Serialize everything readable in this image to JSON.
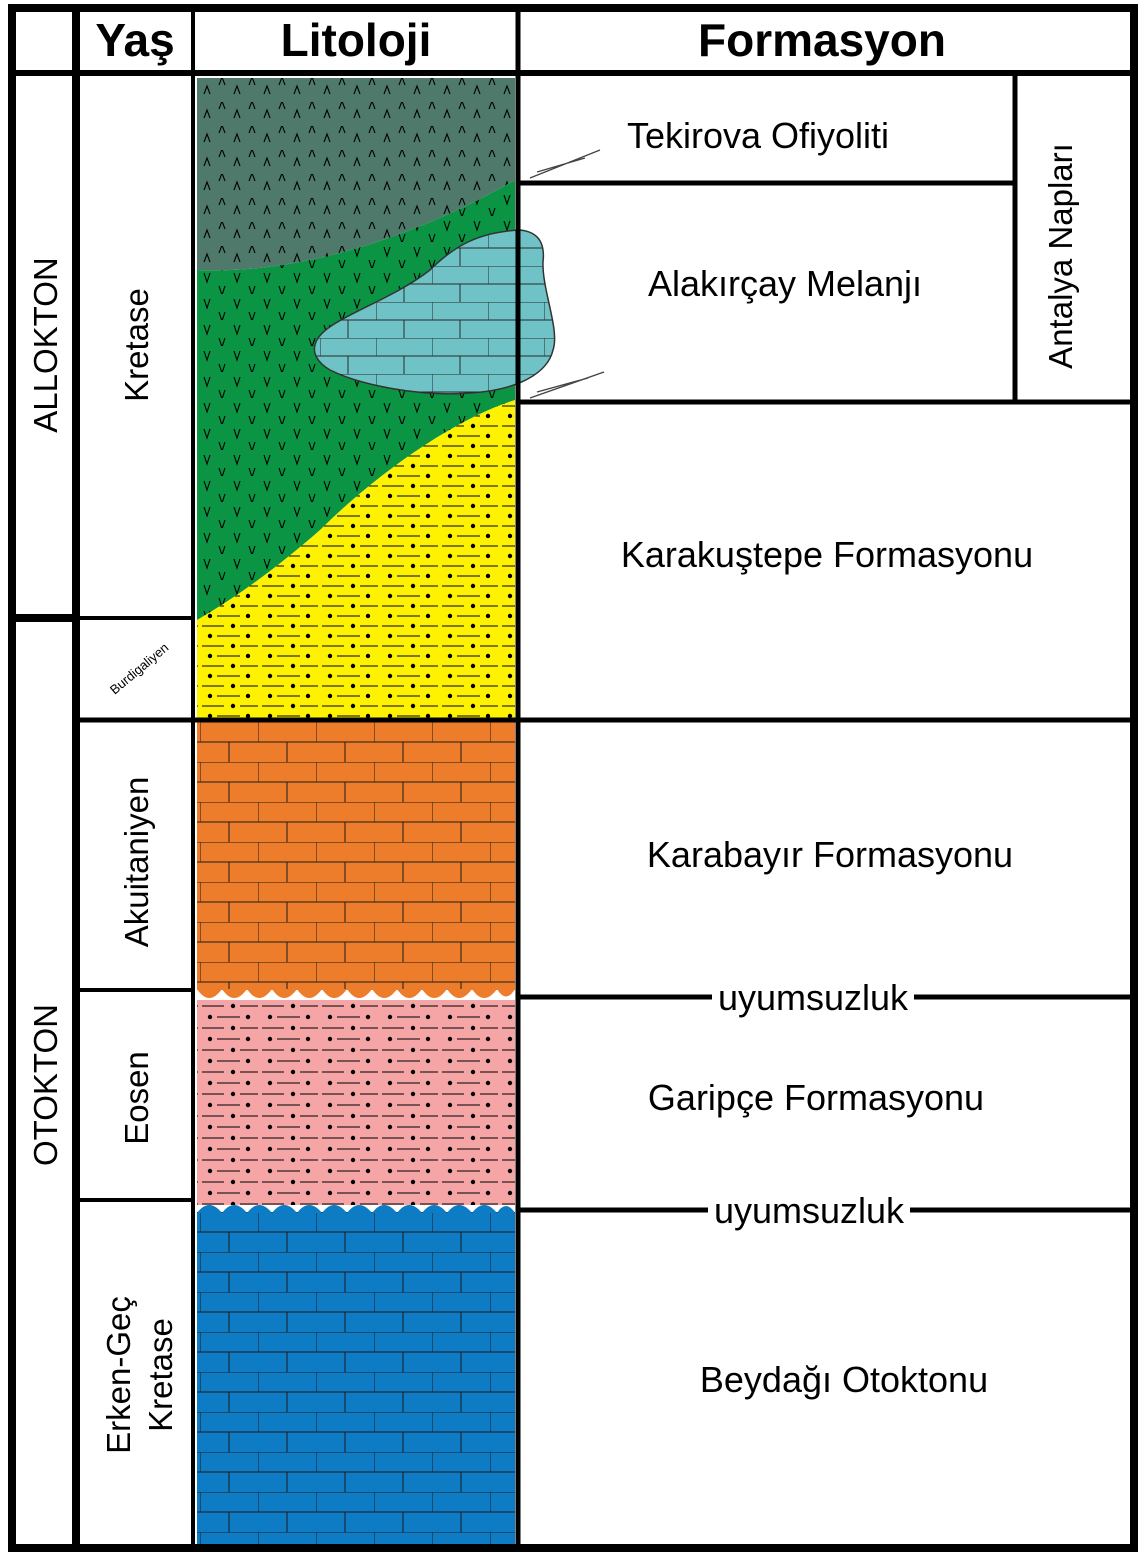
{
  "headers": {
    "age": "Yaş",
    "lithology": "Litoloji",
    "formation": "Formasyon"
  },
  "units": {
    "allochthon": "ALLOKTON",
    "autochthon": "OTOKTON"
  },
  "ages": {
    "cretaceous": "Kretase",
    "burdigalian": "Burdigaliyen",
    "aquitanian": "Akuitaniyen",
    "eocene": "Eosen",
    "early_late_cretaceous_line1": "Erken-Geç",
    "early_late_cretaceous_line2": "Kretase"
  },
  "formations": {
    "tekirova": "Tekirova Ofiyoliti",
    "alakircay": "Alakırçay Melanjı",
    "karakustepe": "Karakuştepe Formasyonu",
    "karabayir": "Karabayır Formasyonu",
    "garipce": "Garipçe Formasyonu",
    "beydagi": "Beydağı Otoktonu"
  },
  "nappe_group": "Antalya Napları",
  "unconformity_upper": "uyumsuzluk",
  "unconformity_lower": "uyumsuzluk",
  "colors": {
    "ophiolite": "#4f7a6b",
    "melange_matrix": "#0b9444",
    "limestone_block": "#6fc3c6",
    "sandstone": "#fff200",
    "karabayir_limestone": "#ee7d2b",
    "garipce": "#f5a5a5",
    "beydagi_limestone": "#0d7cc4"
  }
}
